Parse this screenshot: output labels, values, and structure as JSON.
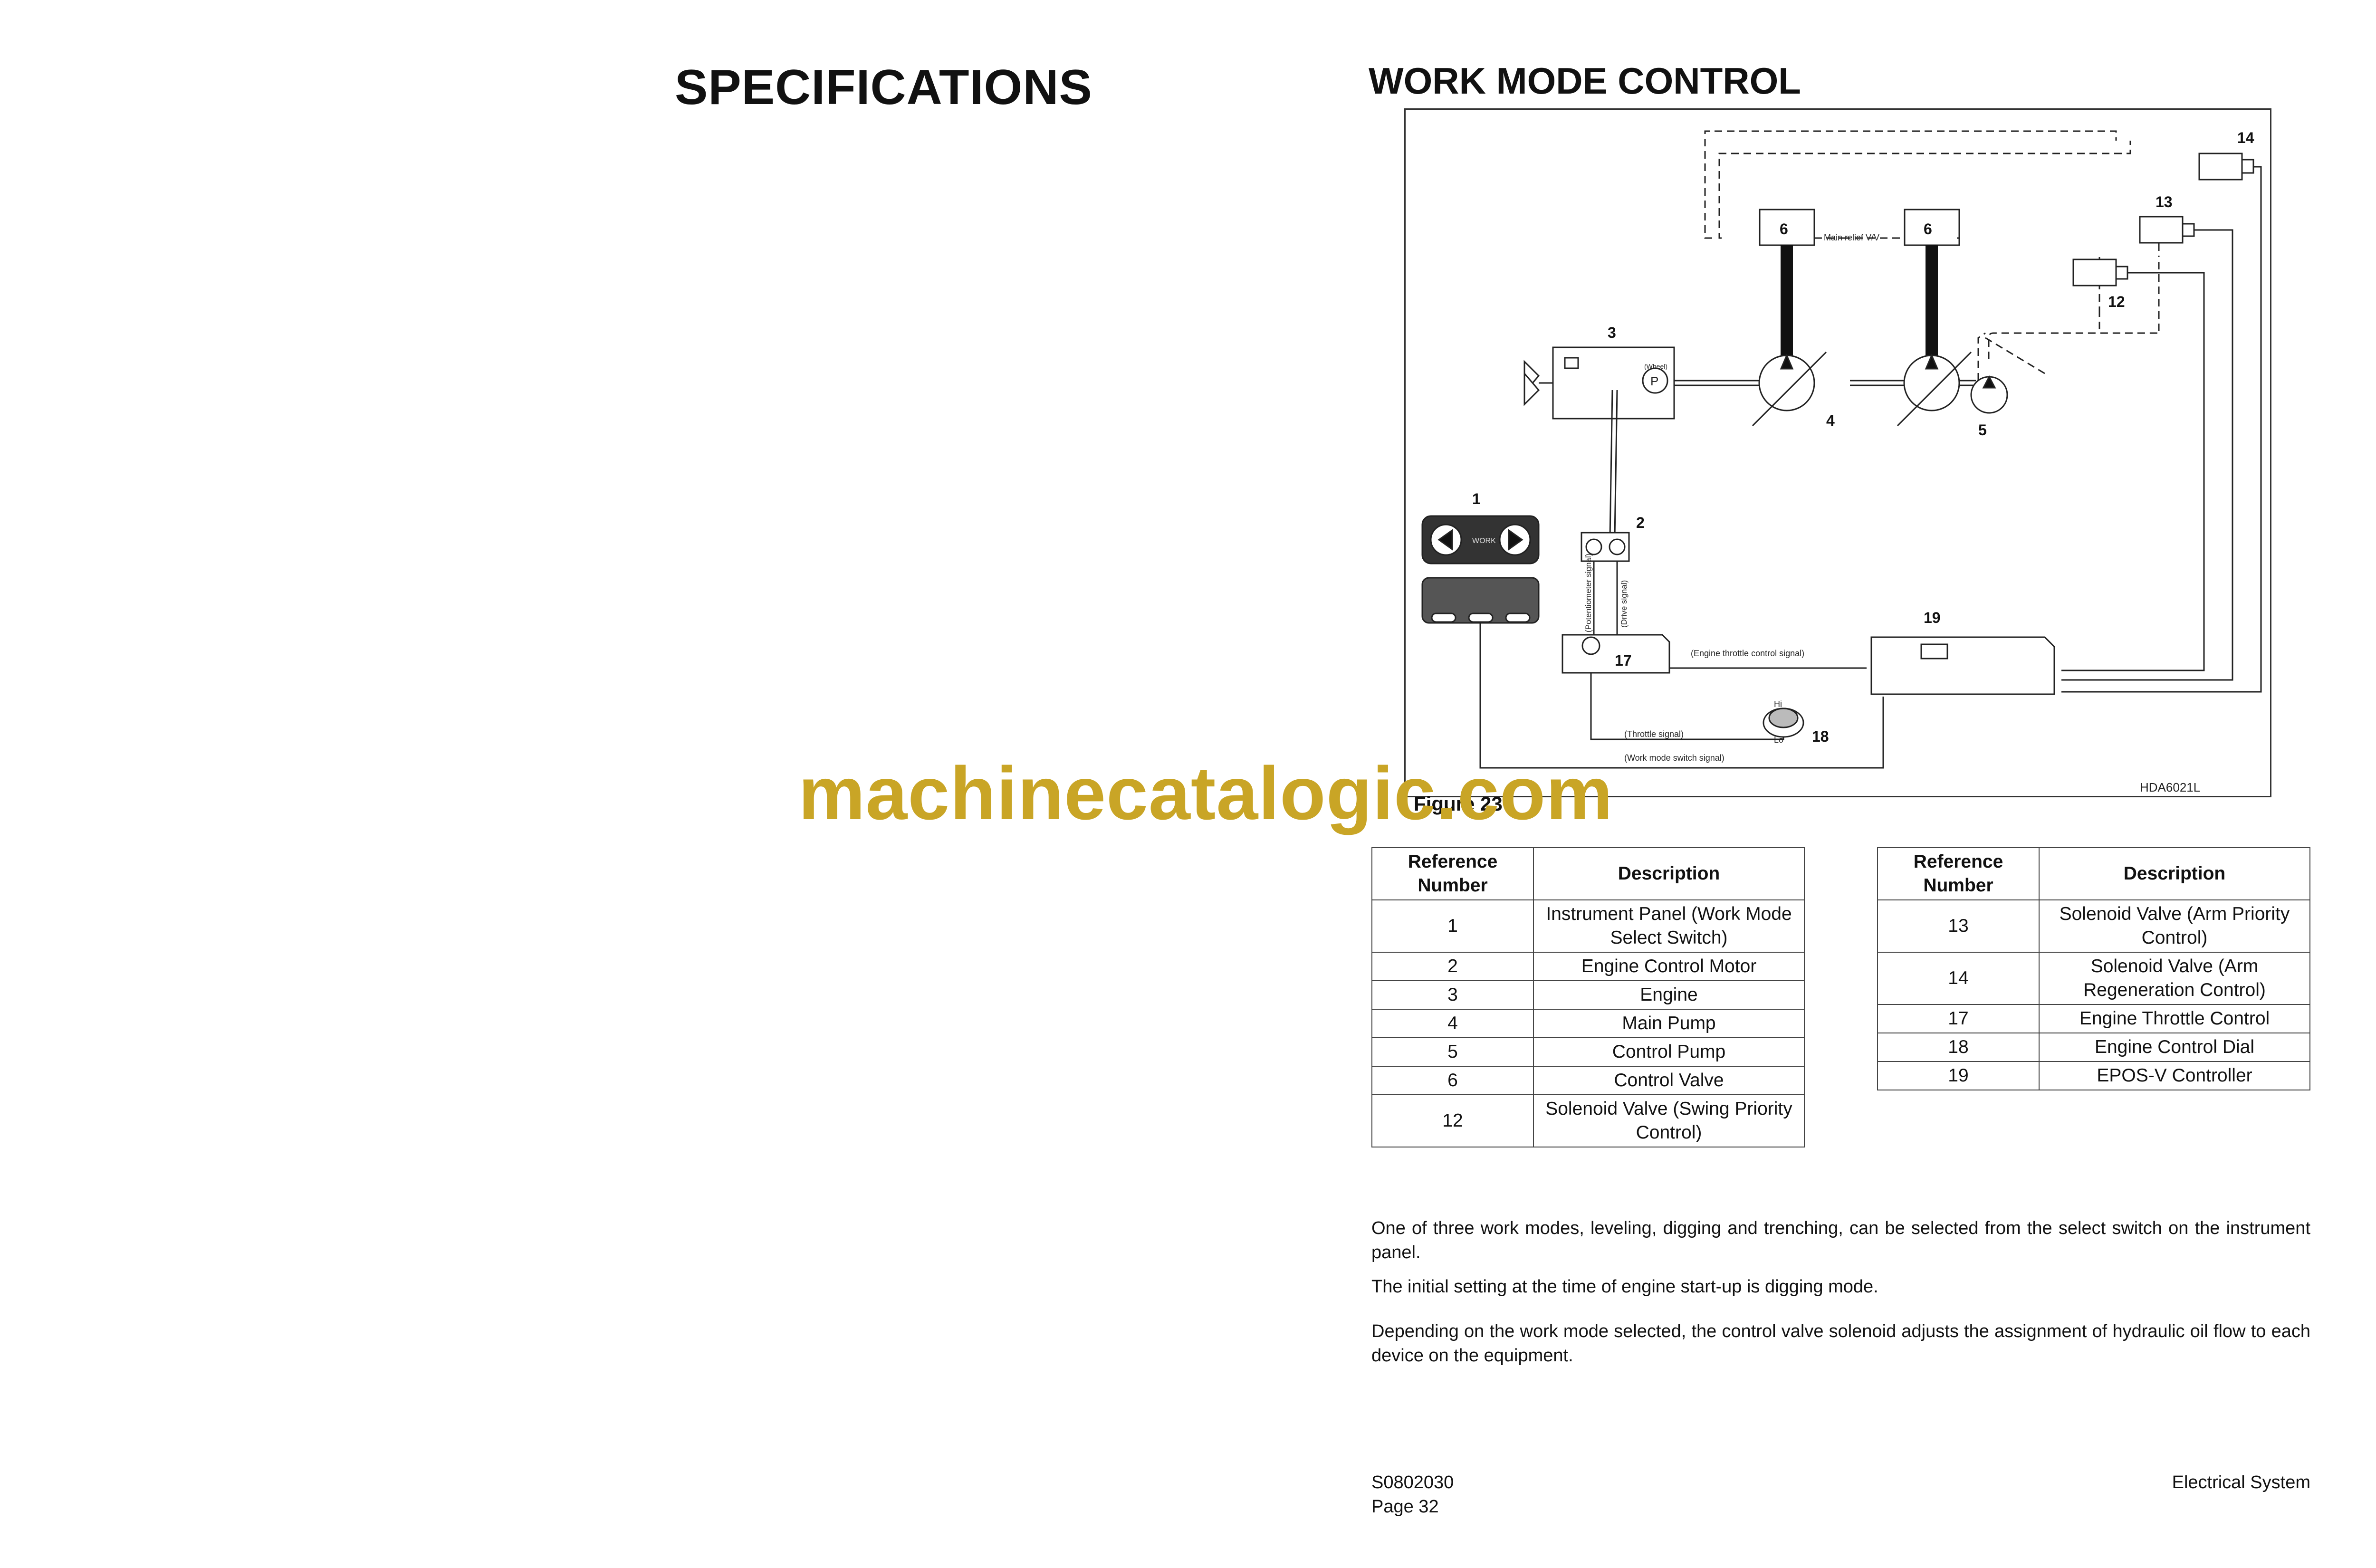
{
  "page": {
    "left_heading": "SPECIFICATIONS",
    "right_heading": "WORK MODE CONTROL"
  },
  "diagram": {
    "figure_id": "HDA6021L",
    "caption": "Figure 23",
    "labels": {
      "main_relief": "Main relief V/V",
      "work": "WORK",
      "potentiometer": "(Potentiometer signal)",
      "drive": "(Drive signal)",
      "engine_throttle": "(Engine throttle control signal)",
      "throttle": "(Throttle signal)",
      "work_mode_switch": "(Work mode switch signal)",
      "wheel": "(Wheel)",
      "p": "P",
      "hi": "Hi",
      "lo": "Lo"
    },
    "numbers": {
      "n1": "1",
      "n2": "2",
      "n3": "3",
      "n4": "4",
      "n5": "5",
      "n6a": "6",
      "n6b": "6",
      "n12": "12",
      "n13": "13",
      "n14": "14",
      "n17": "17",
      "n18": "18",
      "n19": "19"
    }
  },
  "watermark": "machinecatalogic.com",
  "table_headers": {
    "ref": "Reference Number",
    "desc": "Description"
  },
  "table1": [
    {
      "ref": "1",
      "desc": "Instrument Panel (Work Mode Select Switch)"
    },
    {
      "ref": "2",
      "desc": "Engine Control Motor"
    },
    {
      "ref": "3",
      "desc": "Engine"
    },
    {
      "ref": "4",
      "desc": "Main Pump"
    },
    {
      "ref": "5",
      "desc": "Control Pump"
    },
    {
      "ref": "6",
      "desc": "Control Valve"
    },
    {
      "ref": "12",
      "desc": "Solenoid Valve (Swing Priority Control)"
    }
  ],
  "table2": [
    {
      "ref": "13",
      "desc": "Solenoid Valve (Arm Priority Control)"
    },
    {
      "ref": "14",
      "desc": "Solenoid Valve (Arm Regeneration Control)"
    },
    {
      "ref": "17",
      "desc": "Engine Throttle Control"
    },
    {
      "ref": "18",
      "desc": "Engine Control Dial"
    },
    {
      "ref": "19",
      "desc": "EPOS-V Controller"
    }
  ],
  "body": {
    "p1": "One of three work modes, leveling, digging and trenching, can be selected from the select switch on the instrument panel.",
    "p2": "The initial setting at the time of engine start-up is digging mode.",
    "p3": "Depending on the work mode selected, the control valve solenoid adjusts the assignment of hydraulic oil flow to each device on the equipment."
  },
  "footer": {
    "doc_number": "S0802030",
    "page": "Page 32",
    "section": "Electrical System"
  }
}
